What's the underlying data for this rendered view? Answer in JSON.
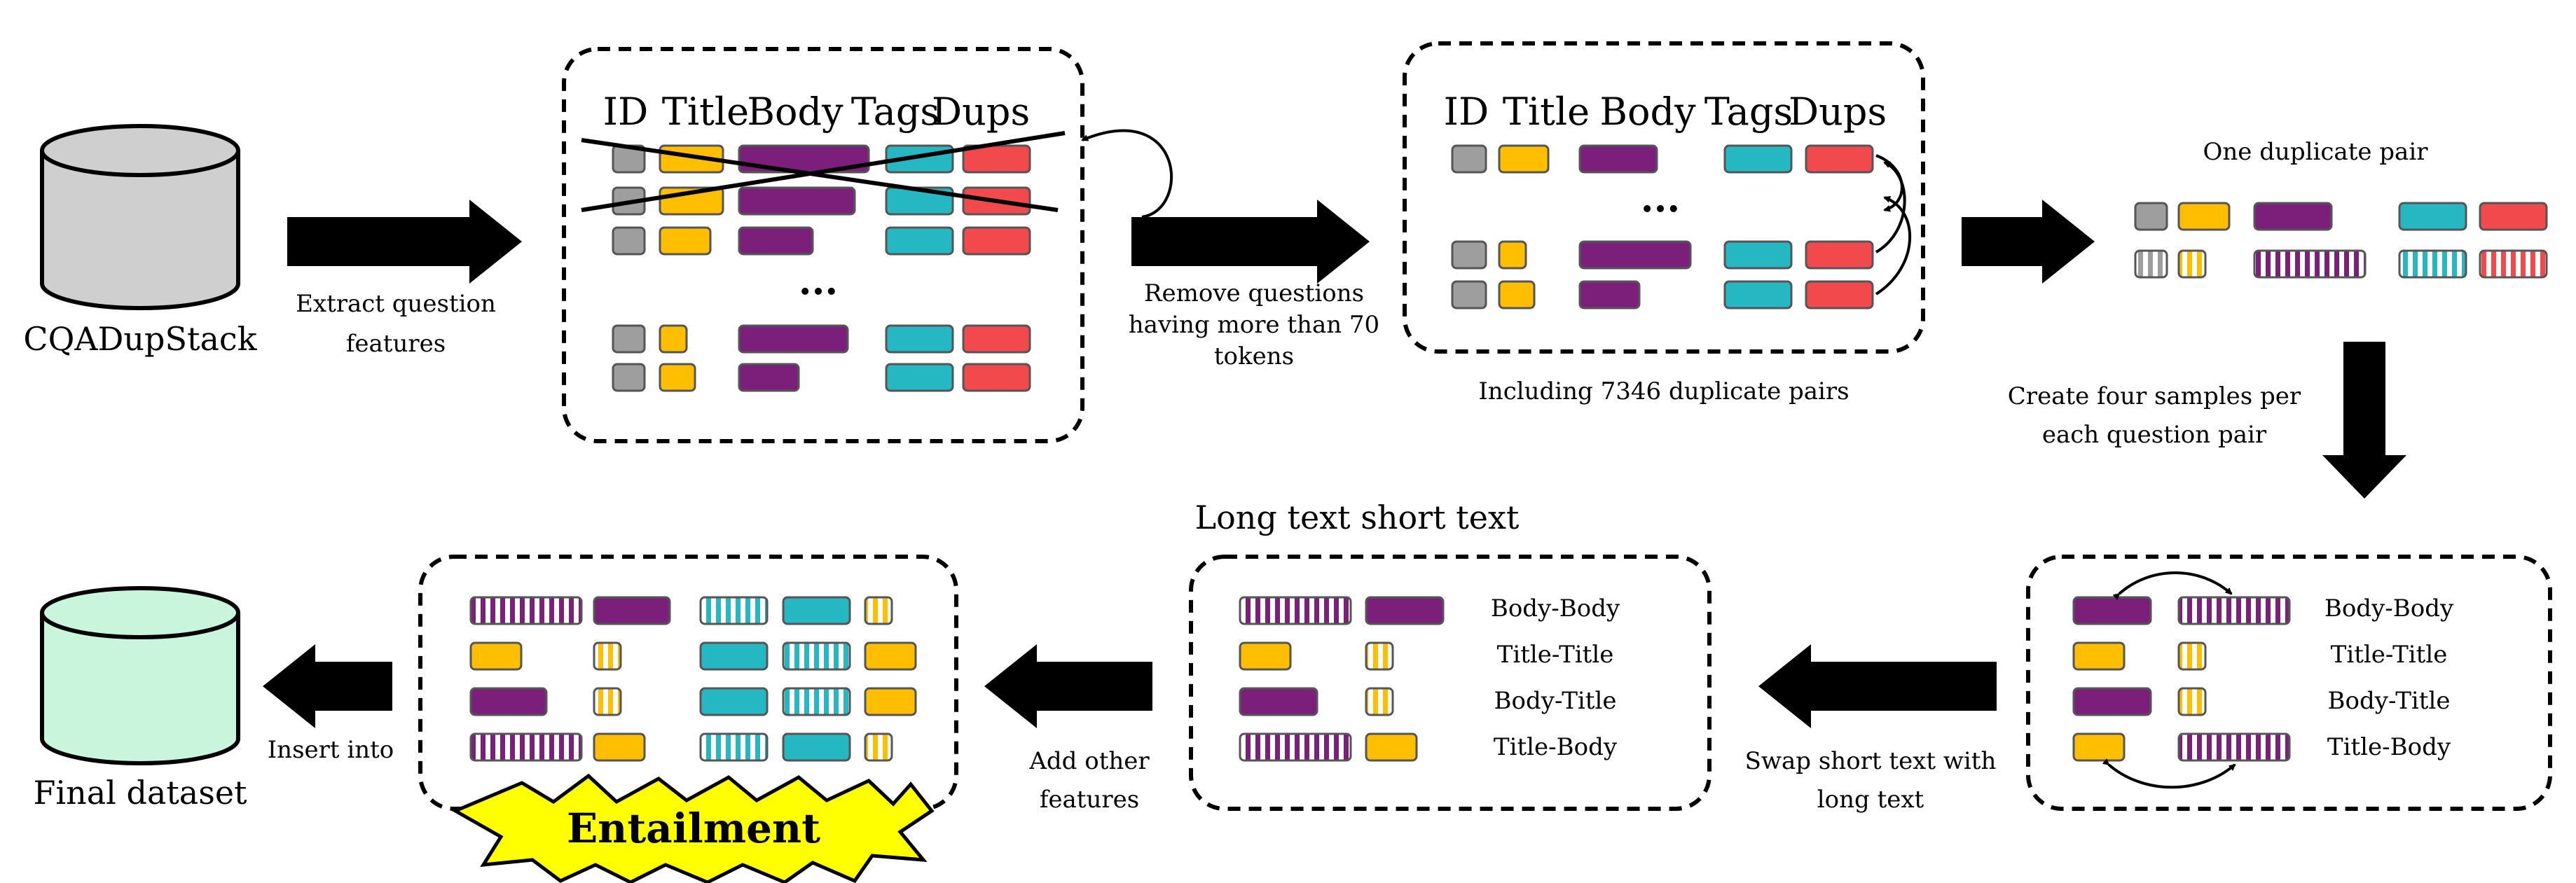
{
  "colors": {
    "id": "#9e9e9e",
    "title": "#ffbf00",
    "body": "#7b1f7a",
    "tags": "#25b8c3",
    "dups": "#f2494d",
    "db_top": "#cfcfcf",
    "db_final": "#c8f5dc",
    "entailment_star": "#ffff00"
  },
  "source_db": {
    "label": "CQADupStack",
    "icon": "database-icon"
  },
  "step1": {
    "label_line1": "Extract question",
    "label_line2": "features"
  },
  "features_table": {
    "headers": [
      "ID",
      "Title",
      "Body",
      "Tags",
      "Dups"
    ],
    "ellipsis": "..."
  },
  "step2": {
    "line1": "Remove questions",
    "line2": "having more than 70",
    "line3": "tokens"
  },
  "filtered_table": {
    "headers": [
      "ID",
      "Title",
      "Body",
      "Tags",
      "Dups"
    ],
    "ellipsis": "...",
    "caption": "Including 7346 duplicate pairs"
  },
  "pair": {
    "caption": "One duplicate pair"
  },
  "step3": {
    "line1": "Create four samples per",
    "line2": "each question pair"
  },
  "samples": {
    "rows": [
      "Body-Body",
      "Title-Title",
      "Body-Title",
      "Title-Body"
    ]
  },
  "step4": {
    "line1": "Swap short text with",
    "line2": "long text"
  },
  "swapped": {
    "legend": "Long text   short text",
    "rows": [
      "Body-Body",
      "Title-Title",
      "Body-Title",
      "Title-Body"
    ]
  },
  "step5": {
    "line1": "Add  other",
    "line2": "features"
  },
  "entailment": {
    "label": "Entailment"
  },
  "step6": {
    "label": "Insert into"
  },
  "final_db": {
    "label": "Final dataset",
    "icon": "database-icon"
  }
}
